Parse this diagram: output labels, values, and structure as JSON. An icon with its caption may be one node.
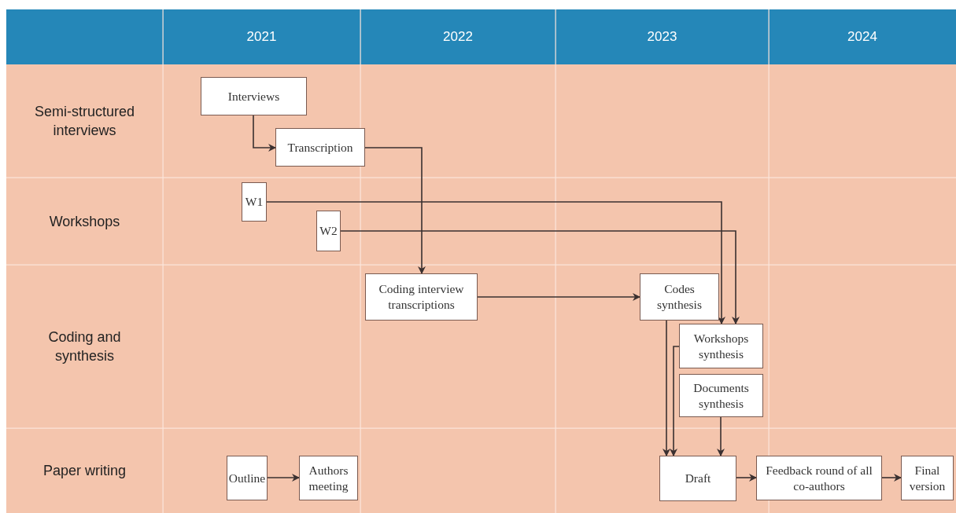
{
  "diagram": {
    "nodes": [
      {
        "text": [
          "Interviews"
        ]
      },
      {
        "text": [
          "Transcription"
        ]
      },
      {
        "text": [
          "W1"
        ]
      },
      {
        "text": [
          "W2"
        ]
      },
      {
        "text": [
          "Coding interview transcriptions"
        ]
      },
      {
        "text": [
          "Codes synthesis"
        ]
      },
      {
        "text": [
          "Workshops synthesis"
        ]
      },
      {
        "text": [
          "Documents synthesis"
        ]
      },
      {
        "text": [
          "Outline"
        ]
      },
      {
        "text": [
          "Authors meeting"
        ]
      },
      {
        "text": [
          "Draft"
        ]
      },
      {
        "text": [
          "Feedback round of all co-authors"
        ]
      },
      {
        "text": [
          "Final version"
        ]
      }
    ],
    "edges": [
      {
        "from": 0,
        "to": 1,
        "arrow": "to"
      },
      {
        "from": 1,
        "to": 4,
        "arrow": "to"
      },
      {
        "from": 2,
        "to": 6,
        "arrow": "to"
      },
      {
        "from": 3,
        "to": 6,
        "arrow": "to"
      },
      {
        "from": 4,
        "to": 5,
        "arrow": "to"
      },
      {
        "from": 5,
        "to": 10,
        "arrow": "to"
      },
      {
        "from": 6,
        "to": 10,
        "arrow": "to"
      },
      {
        "from": 7,
        "to": 10,
        "arrow": "to"
      },
      {
        "from": 8,
        "to": 9,
        "arrow": "to"
      },
      {
        "from": 10,
        "to": 11,
        "arrow": "to"
      },
      {
        "from": 11,
        "to": 12,
        "arrow": "to"
      }
    ],
    "labels": [
      "2021",
      "2022",
      "2023",
      "2024",
      "Semi-structured interviews",
      "Workshops",
      "Coding and synthesis",
      "Paper writing"
    ]
  }
}
